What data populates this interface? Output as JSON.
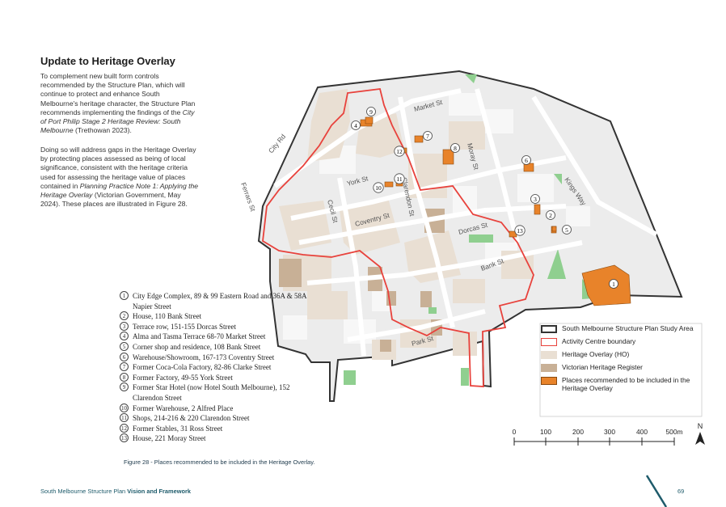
{
  "heading": "Update to Heritage Overlay",
  "paragraph1": {
    "a": "To complement new built form controls recommended by the Structure Plan, which will continue to protect and enhance South Melbourne's heritage character, the Structure Plan recommends implementing the findings of the ",
    "b": "City of Port Philip Stage 2 Heritage Review: South Melbourne",
    "c": " (Trethowan 2023)."
  },
  "paragraph2": {
    "a": "Doing so will address gaps in the Heritage Overlay by protecting places assessed as being of local significance, consistent with the heritage criteria used for assessing the heritage value of places contained in ",
    "b": "Planning Practice Note 1: Applying the Heritage Overlay",
    "c": " (Victorian Government, May 2024). These places are illustrated in Figure 28."
  },
  "streets": {
    "market": "Market St",
    "city_rd": "City Rd",
    "york": "York St",
    "moray": "Moray St",
    "kings_way": "Kings Way",
    "ferrars": "Ferrars St",
    "cecil": "Cecil St",
    "coventry": "Coventry St",
    "clarendon": "Clarendon St",
    "dorcas": "Dorcas St",
    "bank": "Bank St",
    "park": "Park St"
  },
  "markers": [
    "1",
    "2",
    "3",
    "4",
    "5",
    "6",
    "7",
    "8",
    "9",
    "10",
    "11",
    "12",
    "13"
  ],
  "places": [
    {
      "num": "1",
      "text": "City Edge Complex, 89 & 99 Eastern Road and 36A & 58A Napier Street"
    },
    {
      "num": "2",
      "text": "House, 110 Bank Street"
    },
    {
      "num": "3",
      "text": "Terrace row, 151-155 Dorcas Street"
    },
    {
      "num": "4",
      "text": "Alma and Tasma Terrace 68-70 Market Street"
    },
    {
      "num": "5",
      "text": "Corner shop and residence, 108 Bank Street"
    },
    {
      "num": "6",
      "text": "Warehouse/Showroom, 167-173 Coventry Street"
    },
    {
      "num": "7",
      "text": "Former Coca-Cola Factory, 82-86 Clarke Street"
    },
    {
      "num": "8",
      "text": "Former Factory, 49-55 York Street"
    },
    {
      "num": "9",
      "text": "Former Star Hotel (now Hotel South Melbourne), 152 Clarendon Street"
    },
    {
      "num": "10",
      "text": "Former Warehouse, 2 Alfred Place"
    },
    {
      "num": "11",
      "text": "Shops, 214-216 & 220 Clarendon Street"
    },
    {
      "num": "12",
      "text": "Former Stables, 31 Ross Street"
    },
    {
      "num": "13",
      "text": "House, 221 Moray Street"
    }
  ],
  "legend": {
    "study_area": "South Melbourne Structure Plan Study Area",
    "activity_centre": "Activity Centre boundary",
    "heritage_overlay": "Heritage Overlay (HO)",
    "vhr": "Victorian Heritage Register",
    "places": "Places recommended to be included in the Heritage Overlay"
  },
  "scale": {
    "ticks": [
      "0",
      "100",
      "200",
      "300",
      "400",
      "500m"
    ],
    "north": "N"
  },
  "caption": "Figure 28 - Places recommended to be included in the Heritage Overlay.",
  "footer": {
    "plan": "South Melbourne Structure Plan ",
    "section": "Vision and Framework",
    "page": "69"
  },
  "colors": {
    "study_area": "#333333",
    "activity_centre": "#e8423c",
    "heritage_overlay": "#e9dfd3",
    "vhr": "#c8b096",
    "places": "#e8832a",
    "parks": "#8fcf8f",
    "blocks": "#e3e3e3",
    "accent": "#1e5b6b"
  }
}
